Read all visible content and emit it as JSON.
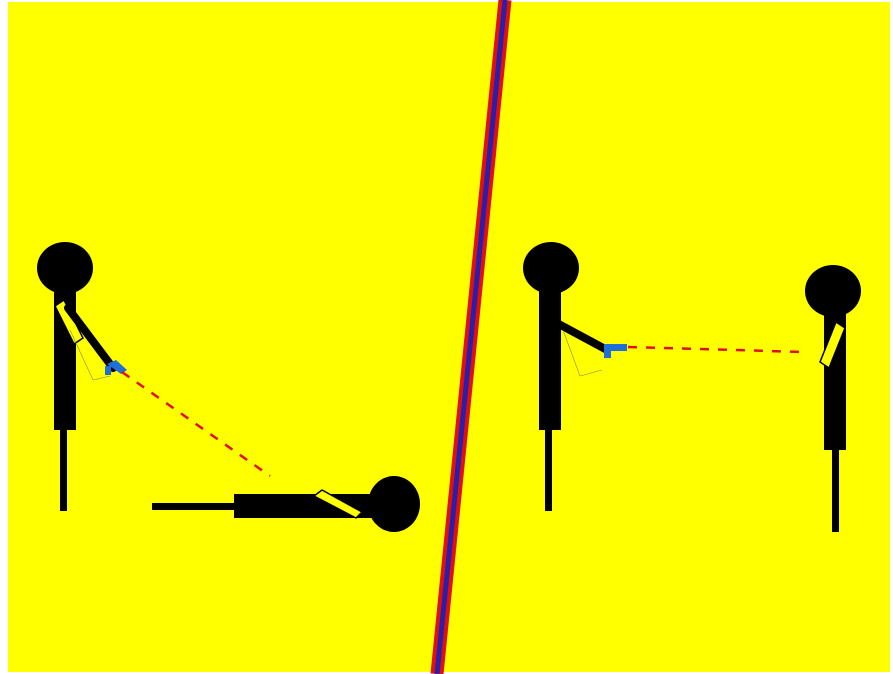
{
  "scene": {
    "background_color": "#FFFF00",
    "frame_color": "#FFFFFF",
    "figure_color": "#000000",
    "sash_color": "#FFFF00",
    "gun_color": "#1E6FD8",
    "aim_line_color": "#E01010",
    "divider_colors": [
      "#E01010",
      "#2A1FA8"
    ],
    "panels": [
      {
        "id": "left",
        "shooter": {
          "pose": "standing",
          "facing": "right",
          "gun": "pistol"
        },
        "target": {
          "pose": "lying",
          "head_side": "right"
        }
      },
      {
        "id": "right",
        "shooter": {
          "pose": "standing",
          "facing": "right",
          "gun": "pistol"
        },
        "target": {
          "pose": "standing",
          "facing": "left"
        }
      }
    ]
  }
}
